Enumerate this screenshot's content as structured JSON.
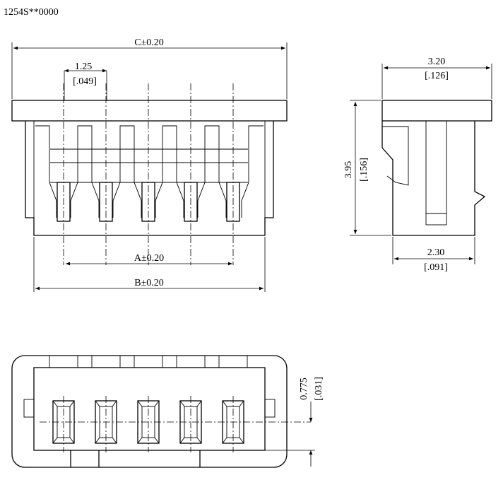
{
  "title": "1254S**0000",
  "front_view": {
    "dim_c": "C±0.20",
    "pitch_mm": "1.25",
    "pitch_in": "[.049]",
    "dim_a": "A±0.20",
    "dim_b": "B±0.20",
    "pin_count": 5
  },
  "side_view": {
    "width_mm": "3.20",
    "width_in": "[.126]",
    "height_mm": "3.95",
    "height_in": "[.156]",
    "depth_mm": "2.30",
    "depth_in": "[.091]"
  },
  "bottom_view": {
    "offset_mm": "0.775",
    "offset_in": "[.031]"
  }
}
